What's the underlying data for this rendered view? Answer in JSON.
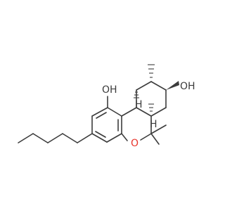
{
  "molecule": {
    "labels": {
      "hydroxyl_phenol": "OH",
      "hydroxyl_cyclohexyl": "OH",
      "ring_oxygen": "O",
      "stereo_h_top": "H",
      "stereo_h_bottom": "H"
    },
    "colors": {
      "bond": "#3c3c3c",
      "oxygen_in_ring": "#e8342c",
      "background": "#ffffff"
    }
  }
}
